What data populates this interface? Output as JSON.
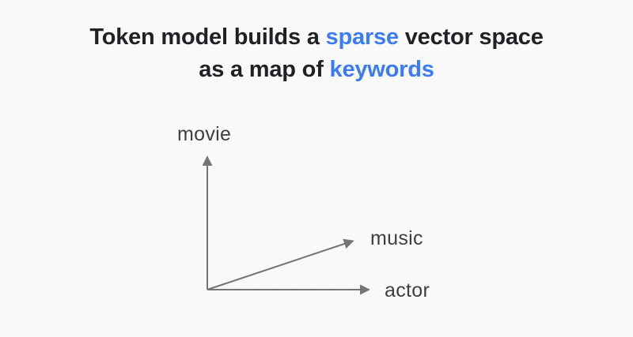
{
  "title": {
    "line1": [
      {
        "text": "Token model builds a "
      },
      {
        "text": "sparse",
        "accent": true
      },
      {
        "text": " vector space"
      }
    ],
    "line2": [
      {
        "text": "as a map of "
      },
      {
        "text": "keywords",
        "accent": true
      }
    ]
  },
  "diagram": {
    "labels": {
      "y_axis": "movie",
      "vector": "music",
      "x_axis": "actor"
    }
  },
  "colors": {
    "background": "#fbfbfb",
    "title_text": "#1f2125",
    "accent_blue": "#3b7cf4",
    "arrow_gray": "#757575",
    "label_gray": "#3c4043"
  }
}
